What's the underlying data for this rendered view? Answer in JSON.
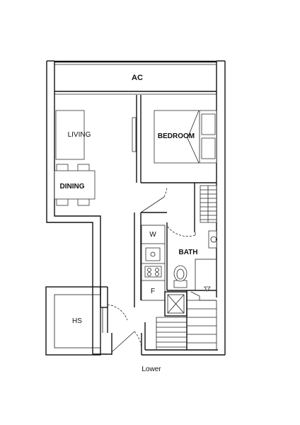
{
  "floorplan": {
    "rooms": {
      "ac": "AC",
      "living": "LIVING",
      "bedroom": "BEDROOM",
      "dining": "DINING",
      "bath": "BATH",
      "hs": "HS",
      "washer": "W",
      "fridge": "F"
    },
    "caption": "Lower",
    "colors": {
      "line": "#111111",
      "background": "#ffffff"
    }
  }
}
